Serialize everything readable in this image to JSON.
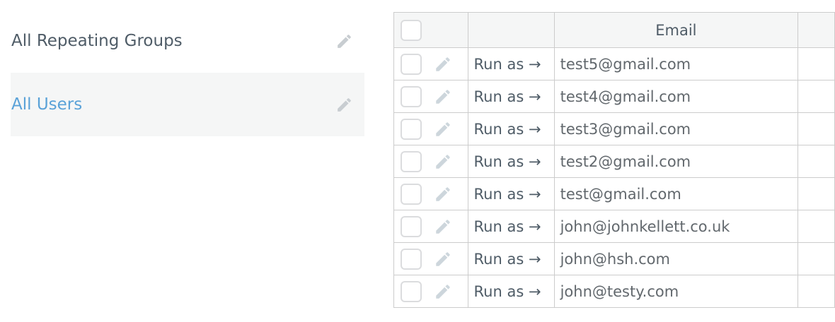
{
  "colors": {
    "accent-blue": "#5aa2d8",
    "slate-text": "#4f5c67",
    "email-text": "#62686d",
    "table-border": "#cccccc",
    "header-bg": "#f5f6f6",
    "selected-bg": "#f5f6f6",
    "pencil-table": "#cdd6dc",
    "pencil-sidebar": "#c8cdd1",
    "checkbox-border": "#dbdcde"
  },
  "sidebar": {
    "items": [
      {
        "label": "All Repeating Groups",
        "selected": false
      },
      {
        "label": "All Users",
        "selected": true
      }
    ]
  },
  "table": {
    "columns": {
      "email_header": "Email"
    },
    "run_as_label": "Run as →",
    "rows": [
      {
        "email": "test5@gmail.com"
      },
      {
        "email": "test4@gmail.com"
      },
      {
        "email": "test3@gmail.com"
      },
      {
        "email": "test2@gmail.com"
      },
      {
        "email": "test@gmail.com"
      },
      {
        "email": "john@johnkellett.co.uk"
      },
      {
        "email": "john@hsh.com"
      },
      {
        "email": "john@testy.com"
      }
    ]
  }
}
